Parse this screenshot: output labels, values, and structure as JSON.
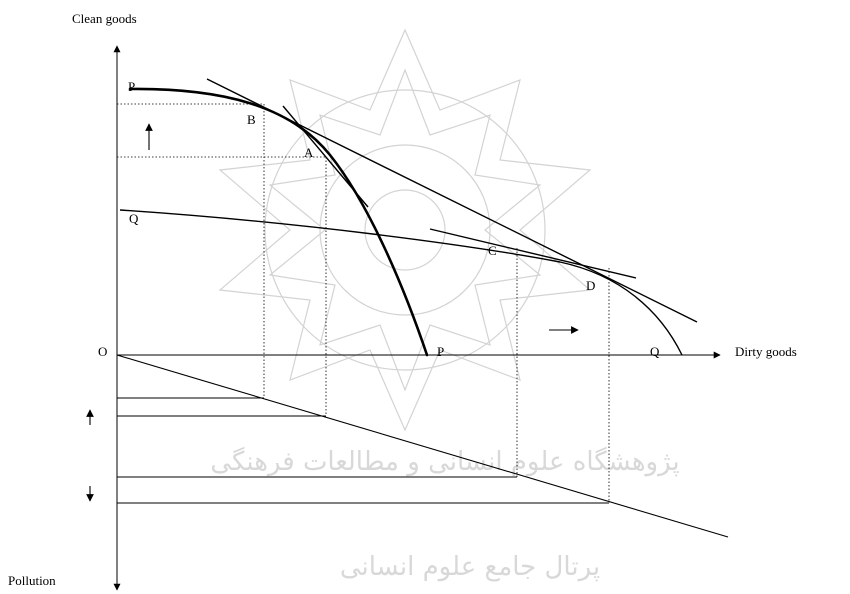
{
  "axes": {
    "y_top": "Clean goods",
    "x_right": "Dirty goods",
    "y_bottom": "Pollution",
    "origin": "O"
  },
  "points": {
    "p_top": "P",
    "p_bottom": "P",
    "q_left": "Q",
    "q_bottom": "Q",
    "a": "A",
    "b": "B",
    "c": "C",
    "d": "D"
  },
  "watermark": {
    "line1": "پژوهشگاه علوم انسانی و مطالعات فرهنگی",
    "line2": "پرتال جامع علوم انسانی"
  }
}
